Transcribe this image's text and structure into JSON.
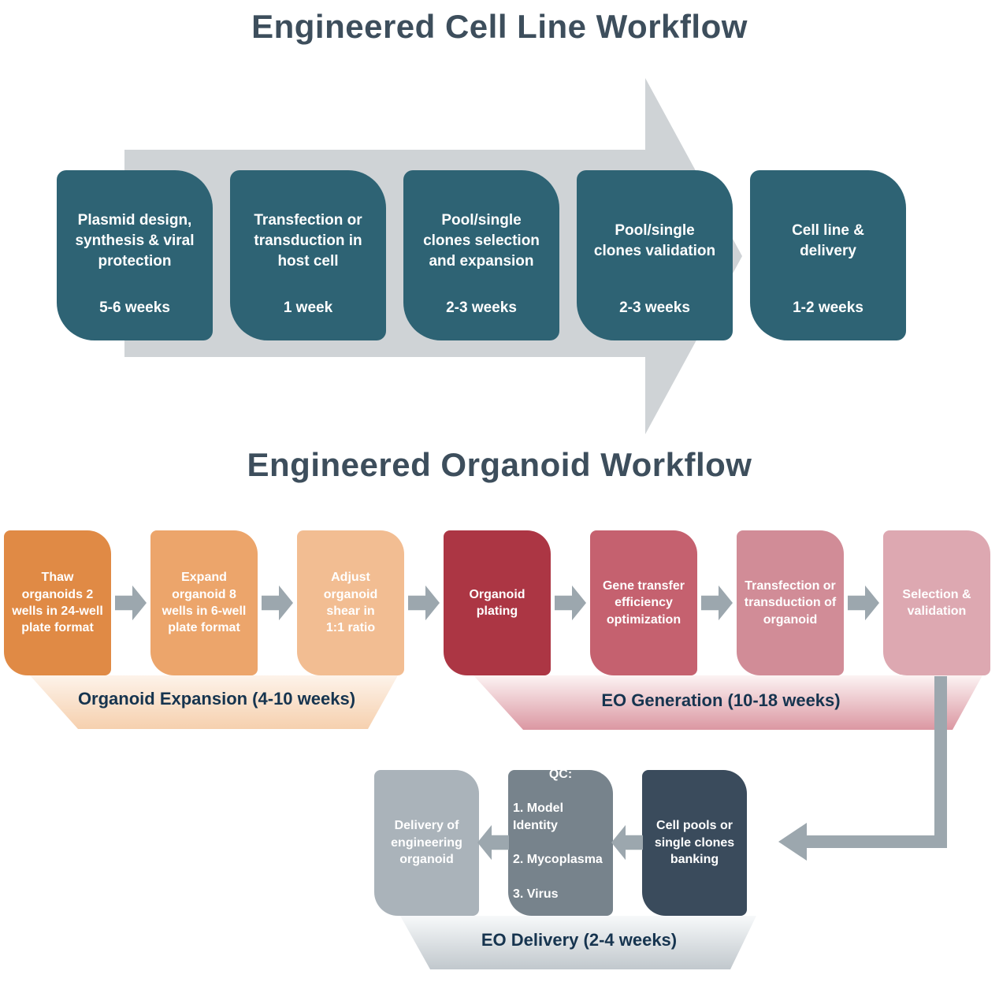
{
  "cell_line_workflow": {
    "title": "Engineered Cell Line Workflow",
    "steps": [
      {
        "title": "Plasmid design,\nsynthesis & viral\nprotection",
        "duration": "5-6 weeks"
      },
      {
        "title": "Transfection or\ntransduction in\nhost cell",
        "duration": "1 week"
      },
      {
        "title": "Pool/single\nclones selection\nand expansion",
        "duration": "2-3 weeks"
      },
      {
        "title": "Pool/single\nclones validation",
        "duration": "2-3 weeks"
      },
      {
        "title": "Cell line &\ndelivery",
        "duration": "1-2 weeks"
      }
    ]
  },
  "organoid_workflow": {
    "title": "Engineered Organoid Workflow",
    "top_steps": [
      {
        "label": "Thaw\norganoids 2\nwells in 24-well\nplate format"
      },
      {
        "label": "Expand\norganoid 8\nwells in 6-well\nplate format"
      },
      {
        "label": "Adjust\norganoid\nshear in\n1:1 ratio"
      },
      {
        "label": "Organoid\nplating"
      },
      {
        "label": "Gene transfer\nefficiency\noptimization"
      },
      {
        "label": "Transfection or\ntransduction of\norganoid"
      },
      {
        "label": "Selection &\nvalidation"
      }
    ],
    "phases": [
      {
        "label": "Organoid Expansion (4-10 weeks)"
      },
      {
        "label": "EO Generation (10-18 weeks)"
      },
      {
        "label": "EO Delivery (2-4 weeks)"
      }
    ],
    "bottom_steps": [
      {
        "label": "Delivery of\nengineering\norganoid"
      },
      {
        "label": "QC:",
        "items": [
          "1. Model Identity",
          "2. Mycoplasma",
          "3. Virus"
        ]
      },
      {
        "label": "Cell pools or\nsingle clones\nbanking"
      }
    ]
  },
  "colors": {
    "title_text": "#3D4E5C",
    "teal_box": "#2E6374",
    "big_arrow": "#CFD3D6",
    "small_arrow": "#9CA7AE",
    "orange_1": "#E08A45",
    "orange_2": "#ECA56B",
    "orange_3": "#F2BD92",
    "red_1": "#AC3644",
    "red_2": "#C5616F",
    "pink_3": "#D18C97",
    "pink_4": "#DDA8B1",
    "gray_light": "#AAB3BA",
    "gray_mid": "#77838C",
    "slate_dark": "#3A4B5C",
    "phase_label_text": "#16344F"
  }
}
